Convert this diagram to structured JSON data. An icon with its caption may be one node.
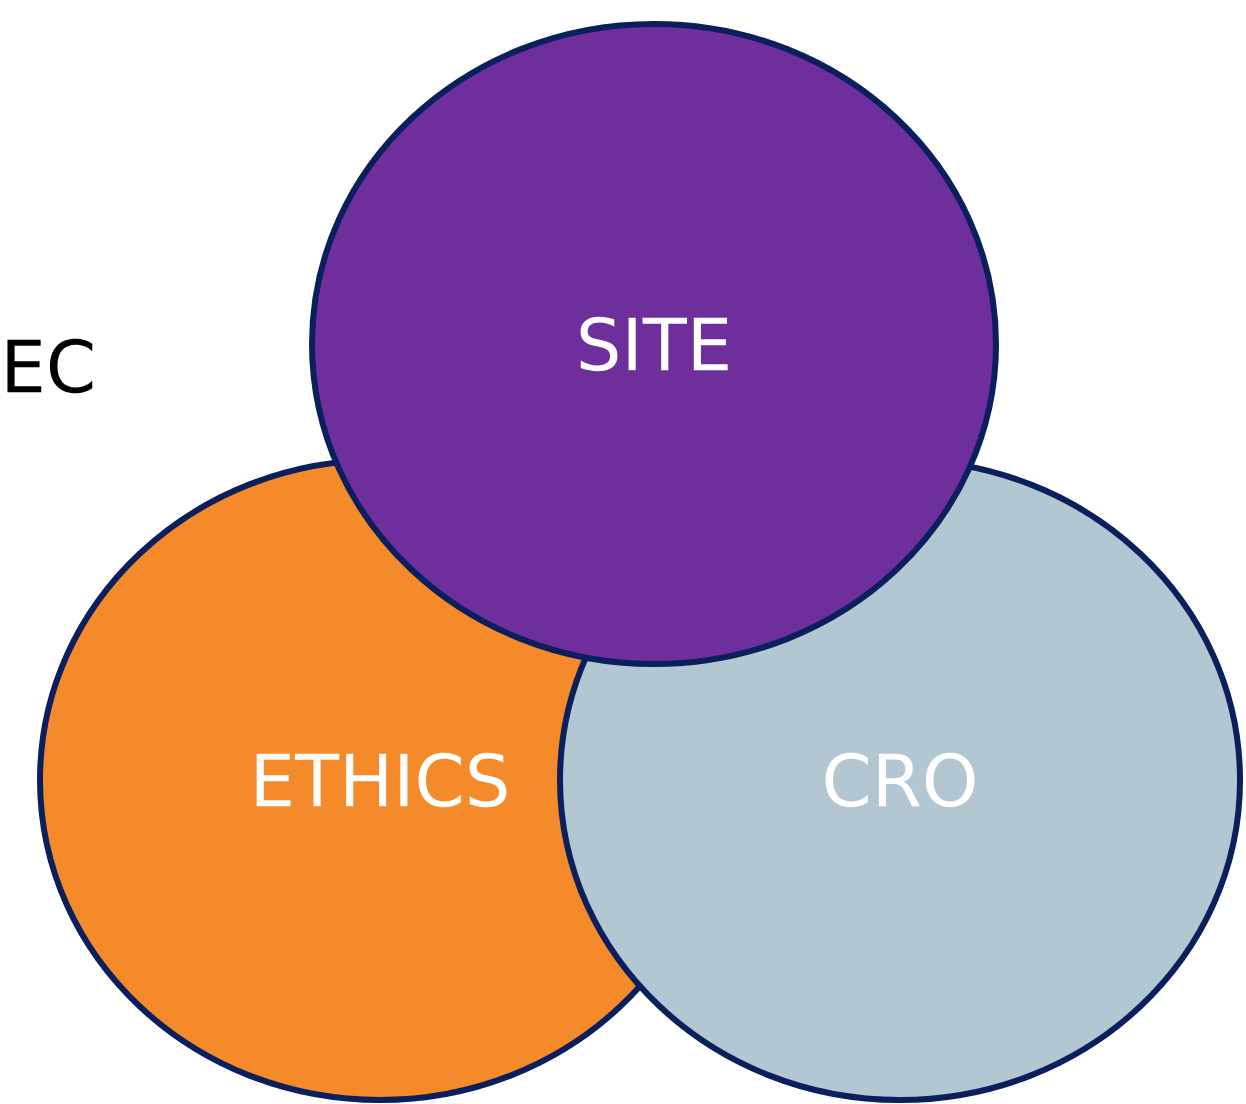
{
  "diagram": {
    "nodes": [
      {
        "text": [
          "SITE"
        ]
      },
      {
        "text": [
          "ETHICS"
        ]
      },
      {
        "text": [
          "CRO"
        ]
      }
    ],
    "labels": [
      "EC"
    ]
  }
}
